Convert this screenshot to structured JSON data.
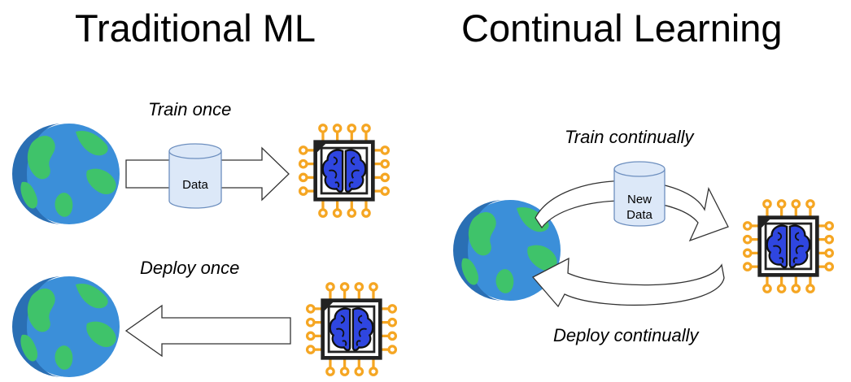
{
  "left": {
    "title": "Traditional ML",
    "train_caption": "Train once",
    "data_label": "Data",
    "deploy_caption": "Deploy once"
  },
  "right": {
    "title": "Continual Learning",
    "train_caption": "Train continually",
    "data_label_line1": "New",
    "data_label_line2": "Data",
    "deploy_caption": "Deploy continually"
  },
  "colors": {
    "ocean": "#3b8fd9",
    "ocean_dark": "#2a6fb4",
    "land": "#3fc36a",
    "chip_body": "#222222",
    "chip_pins": "#f5a623",
    "brain": "#2f46e0",
    "cylinder": "#dce8f8",
    "cylinder_stroke": "#6d8fbf"
  },
  "icons": [
    "globe-icon",
    "ai-chip-icon",
    "database-icon",
    "arrow-icon"
  ]
}
